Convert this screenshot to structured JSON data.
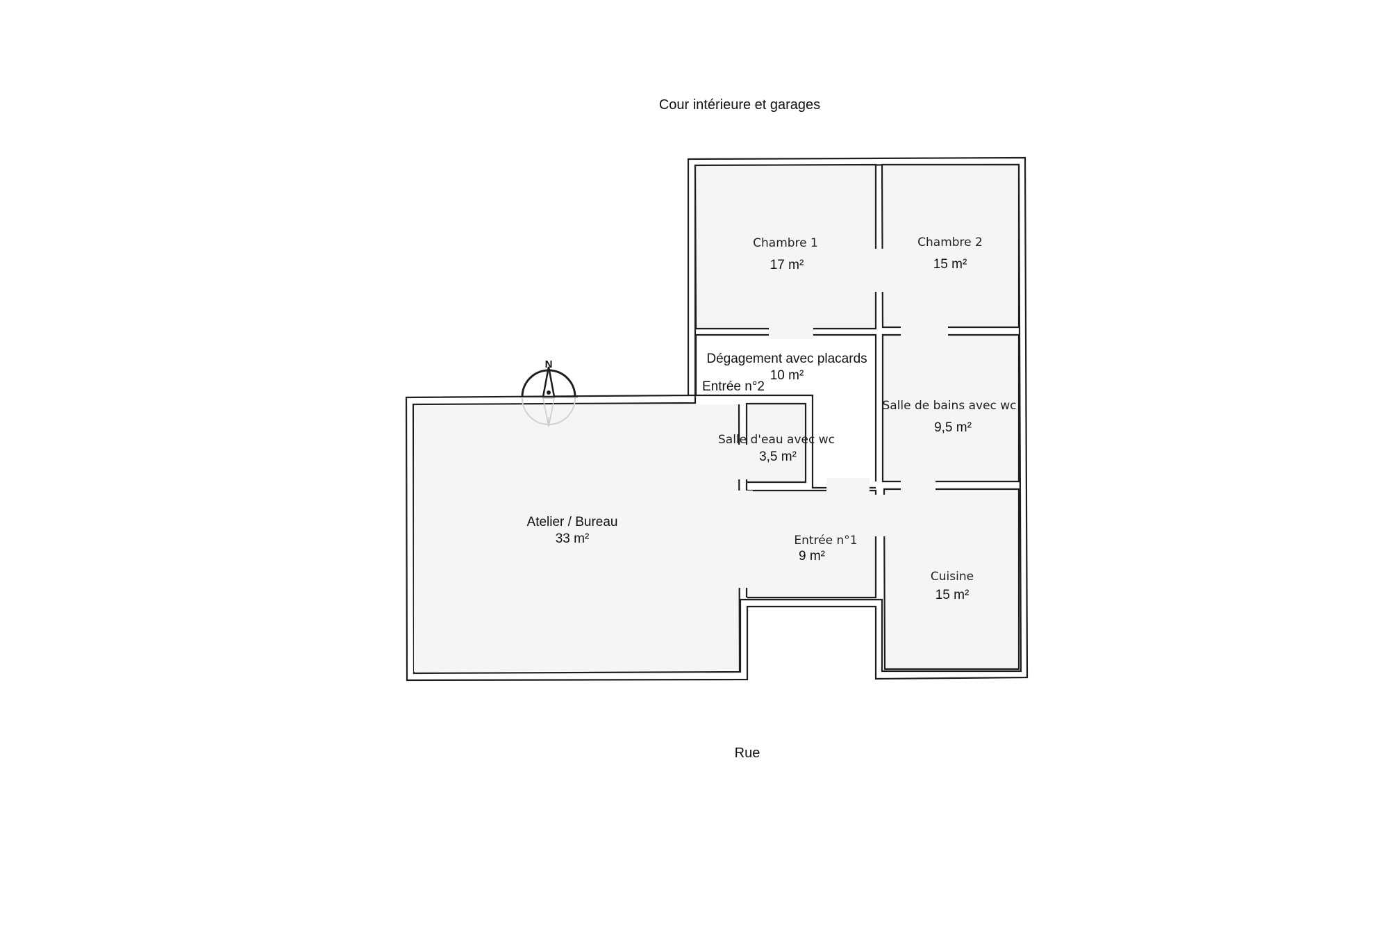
{
  "outside": {
    "top_label": "Cour intérieure et garages",
    "bottom_label": "Rue"
  },
  "compass": {
    "north_letter": "N"
  },
  "rooms": {
    "chambre1": {
      "name": "Chambre 1",
      "area": "17 m²"
    },
    "chambre2": {
      "name": "Chambre 2",
      "area": "15 m²"
    },
    "degagement": {
      "name": "Dégagement avec placards",
      "area": "10 m²"
    },
    "entree2": {
      "name": "Entrée n°2"
    },
    "sdb": {
      "name": "Salle de bains avec wc",
      "area": "9,5 m²"
    },
    "sde": {
      "name": "Salle d'eau avec wc",
      "area": "3,5 m²"
    },
    "atelier": {
      "name": "Atelier / Bureau",
      "area": "33 m²"
    },
    "entree1": {
      "name": "Entrée  n°1",
      "area": "9 m²"
    },
    "cuisine": {
      "name": "Cuisine",
      "area": "15 m²"
    }
  },
  "colors": {
    "wall": "#1e1e1e",
    "floor": "#f5f5f5",
    "background": "#ffffff"
  }
}
